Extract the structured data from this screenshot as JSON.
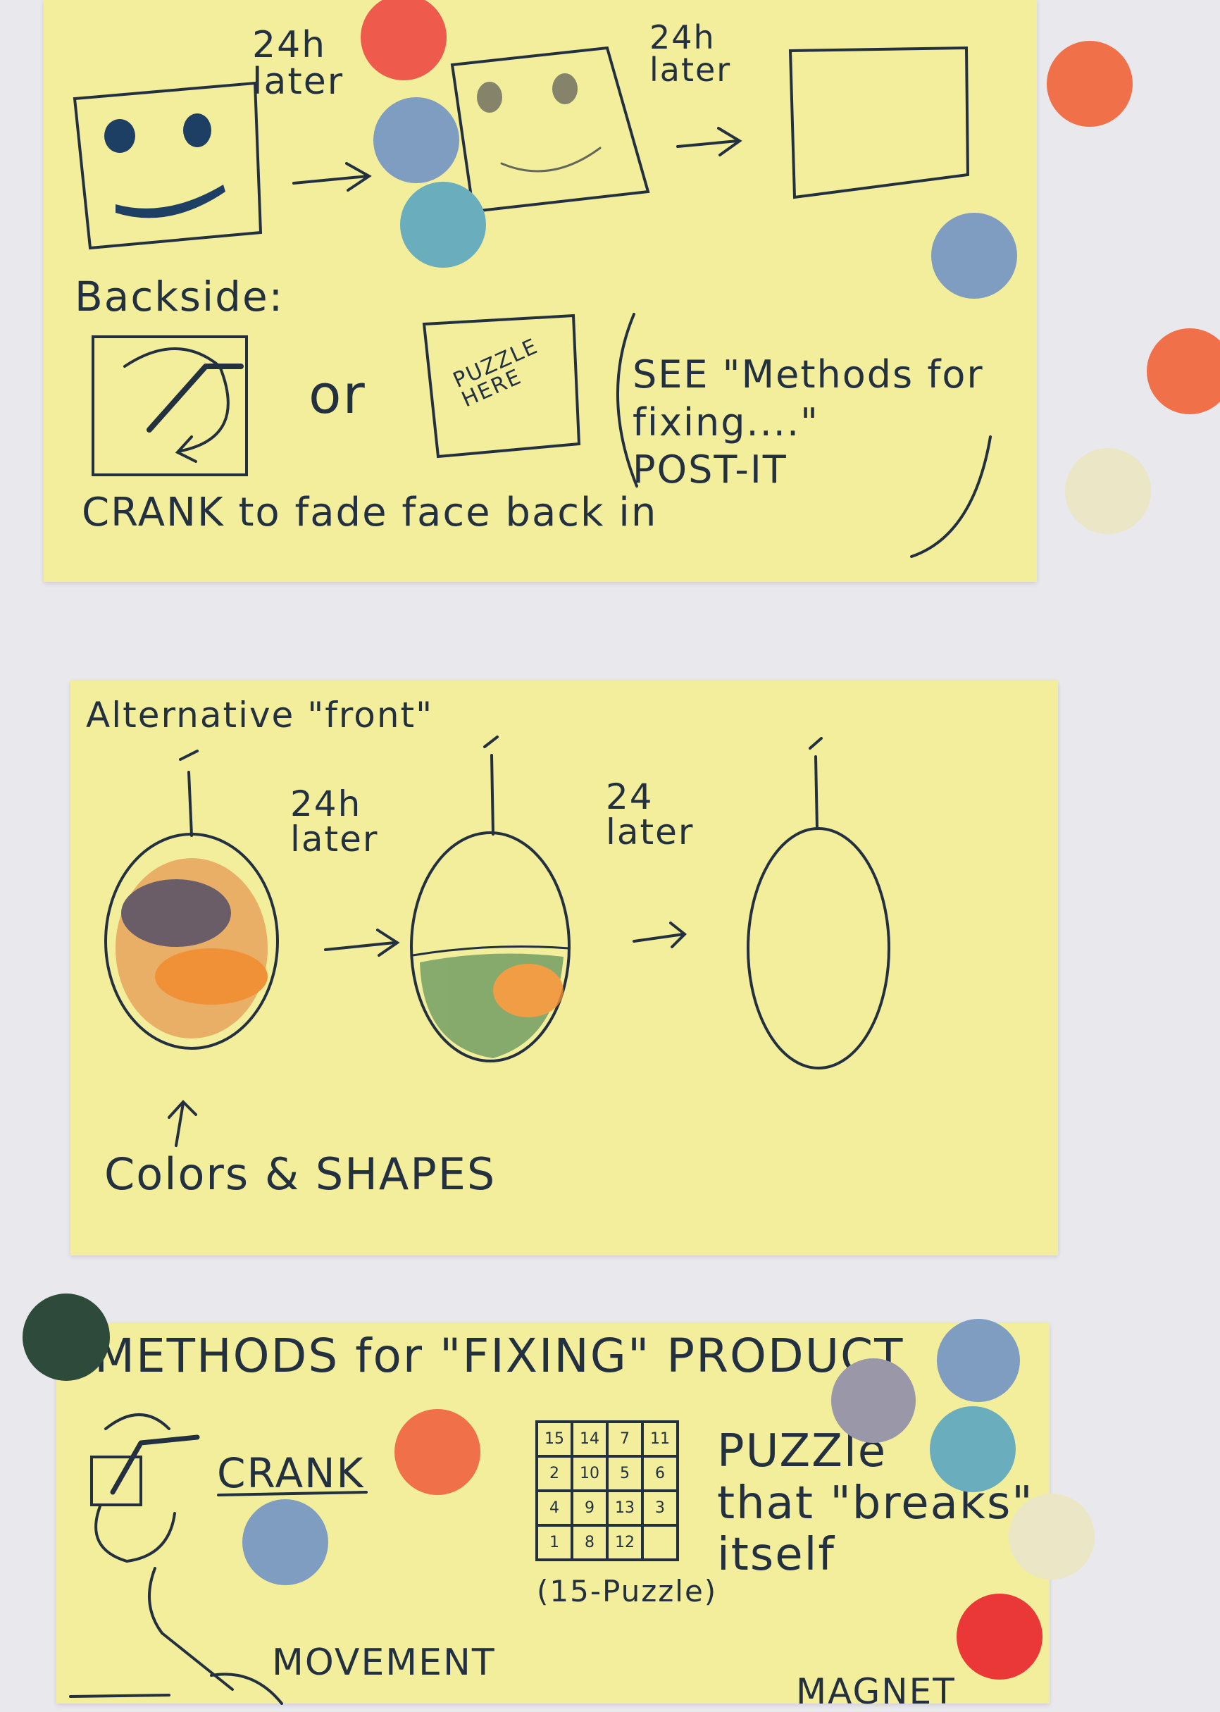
{
  "note_top": {
    "label_24h_later_1": "24h\nlater",
    "label_24h_later_2": "24h\nlater",
    "backside_label": "Backside:",
    "or_label": "or",
    "puzzle_here": "PUZZLE\nHERE",
    "see_note": "SEE \"Methods for\nfixing....\"\nPOST-IT",
    "crank_caption": "CRANK to fade face back in"
  },
  "note_middle": {
    "title": "Alternative \"front\"",
    "label_24h_later": "24h\nlater",
    "label_24_later": "24\nlater",
    "caption": "Colors & SHAPES"
  },
  "note_bottom": {
    "title": "METHODS for \"FIXING\" PRODUCT",
    "crank_label": "CRANK",
    "puzzle_grid": [
      [
        "15",
        "14",
        "7",
        "11"
      ],
      [
        "2",
        "10",
        "5",
        "6"
      ],
      [
        "4",
        "9",
        "13",
        "3"
      ],
      [
        "1",
        "8",
        "12",
        ""
      ]
    ],
    "puzzle_caption": "(15-Puzzle)",
    "puzzle_text": "PUZZle\nthat \"breaks\"\nitself",
    "movement_label": "MOVEMENT",
    "magnet_label": "MAGNET"
  },
  "colors": {
    "sticky": "#f3ee9c",
    "ink": "#233040",
    "dot_red": "#ee5a4c",
    "dot_orange": "#f07049",
    "dot_blue": "#7f9dc0",
    "dot_teal": "#6aadbc",
    "dot_grey": "#9a98a8",
    "dot_cream": "#ebe6c6",
    "dot_green": "#2d4a3a",
    "dot_bright_red": "#ea3838"
  }
}
